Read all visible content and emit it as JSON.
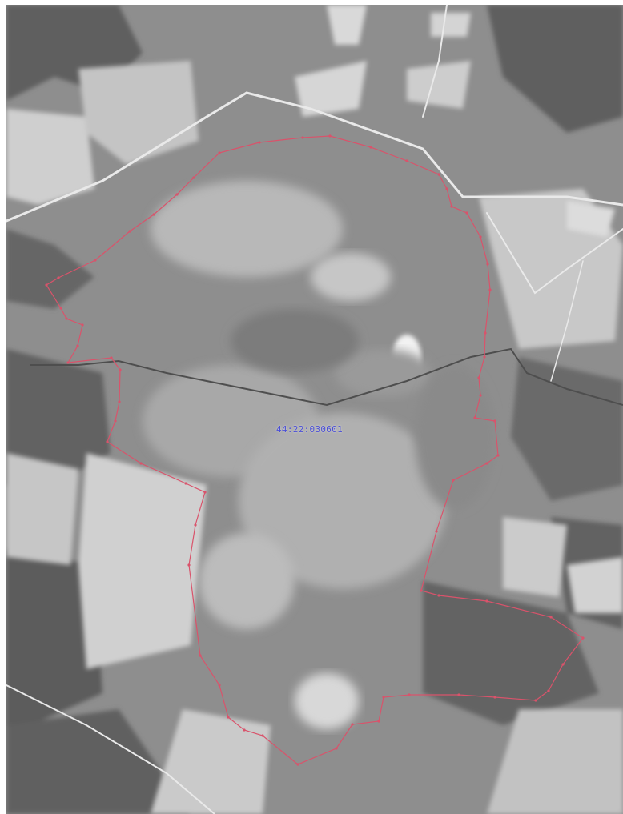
{
  "map": {
    "parcel_label": "44:22:030601",
    "colors": {
      "boundary": "#d9536b",
      "label": "#4b4fd6",
      "forest": "#6b6b6b",
      "field": "#c9c9c9",
      "bog": "#a9a9a9",
      "road": "#e6e6e6"
    },
    "icons": [
      "parcel-boundary",
      "vertex-marker",
      "road",
      "river"
    ]
  }
}
